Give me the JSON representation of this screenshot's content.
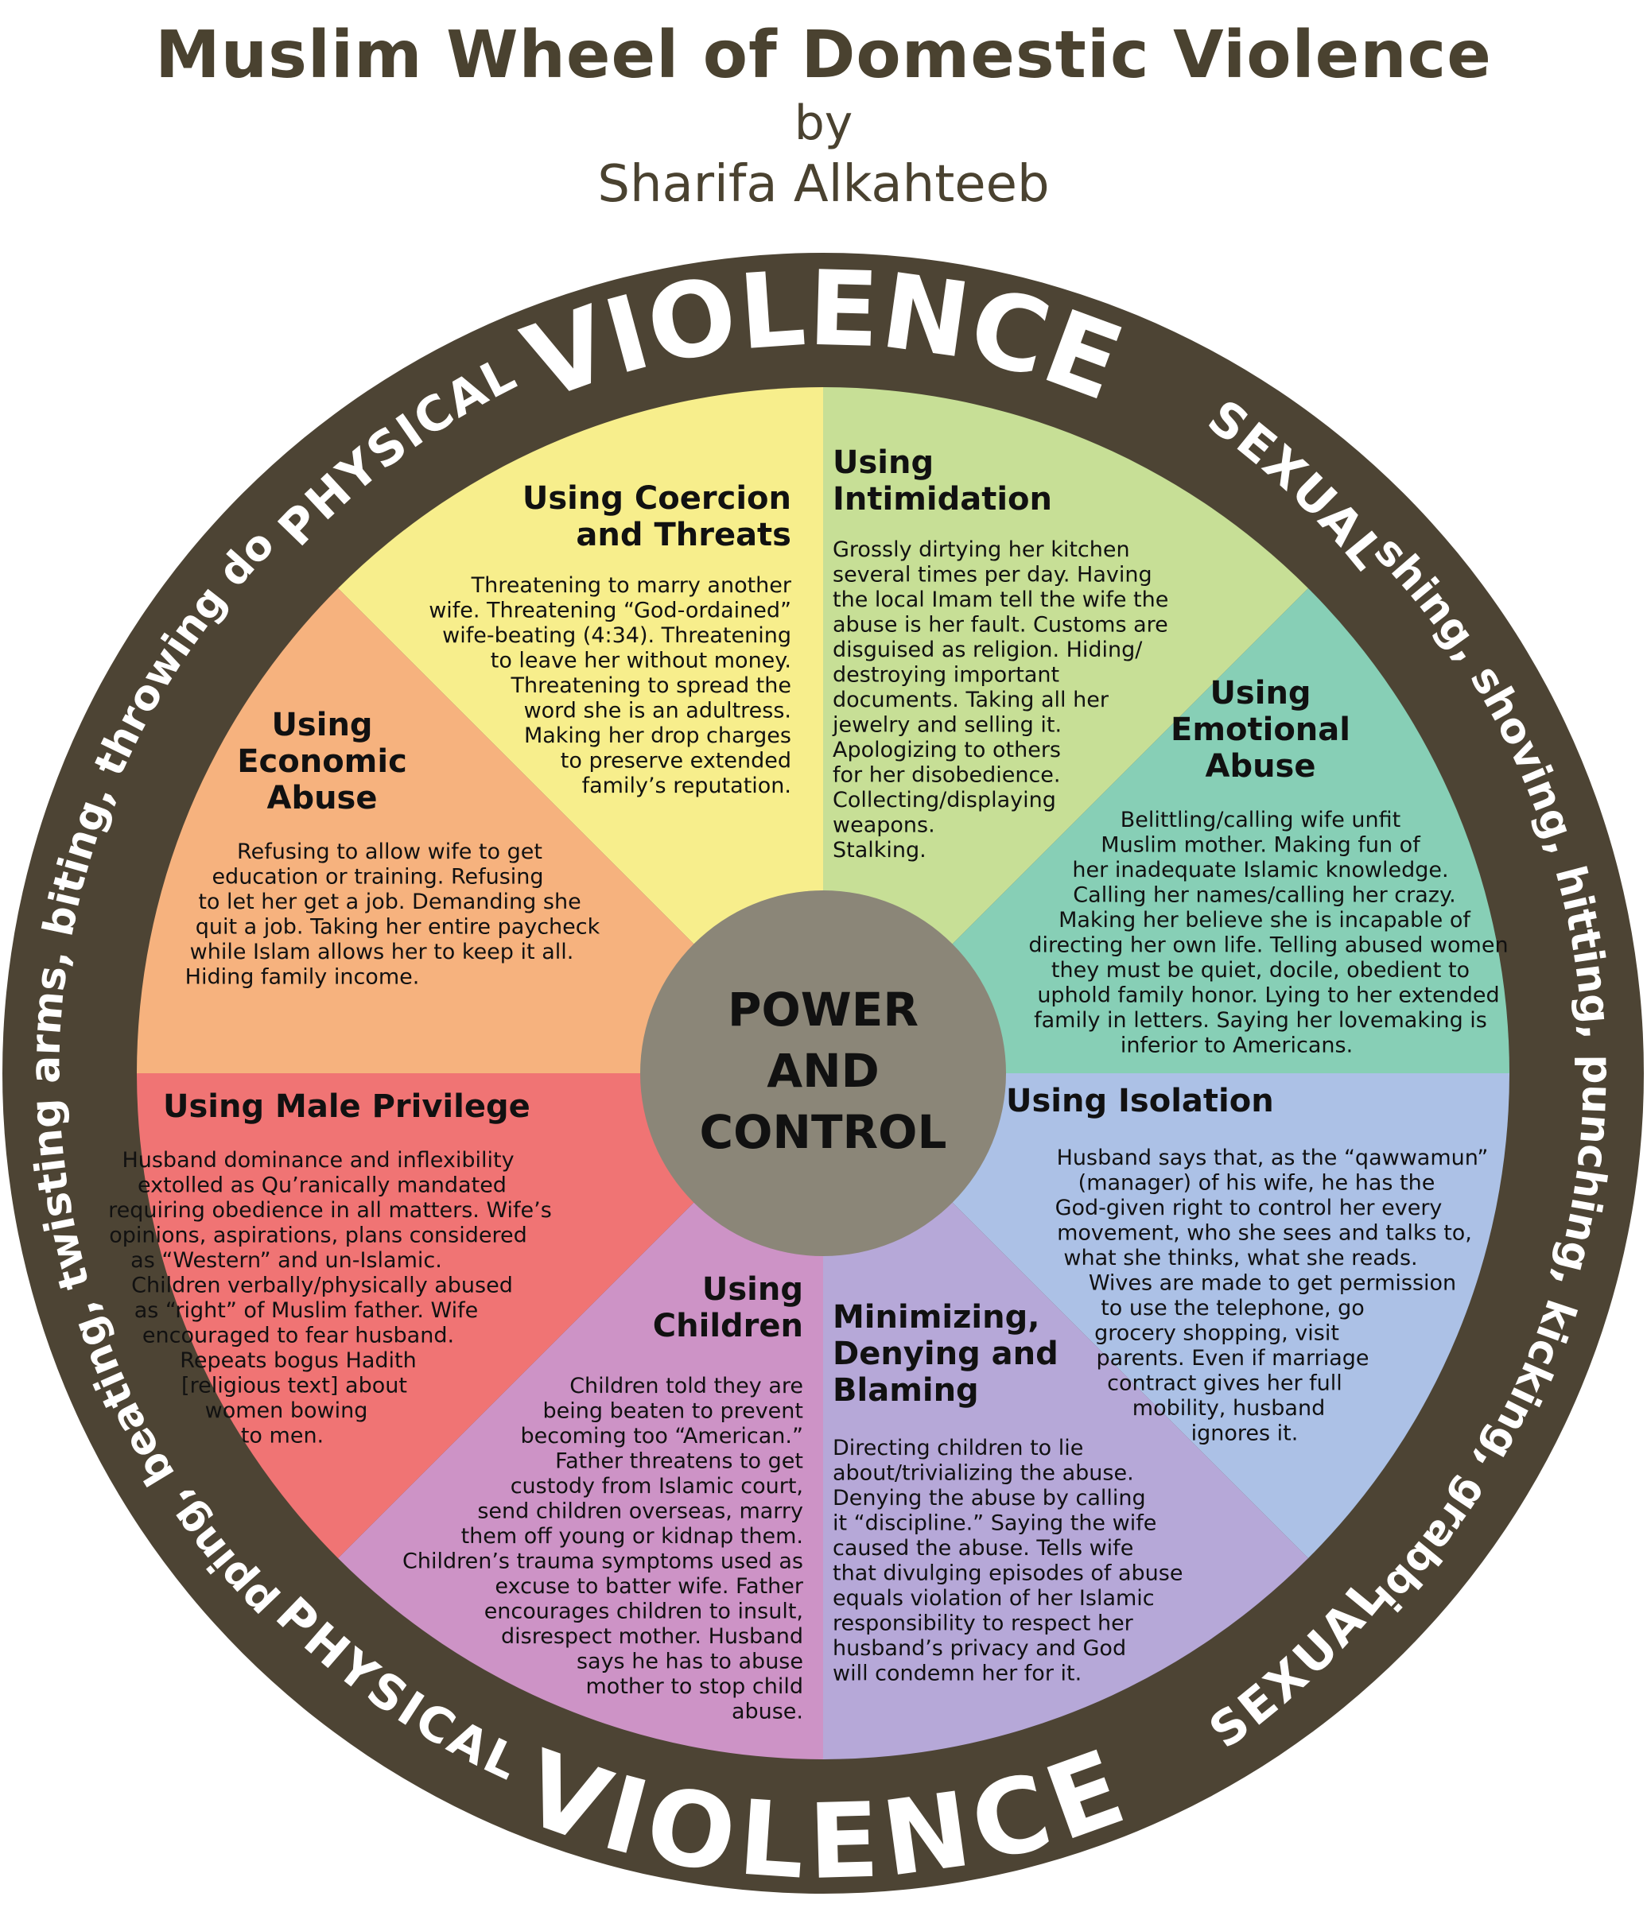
{
  "header": {
    "title": "Muslim Wheel of Domestic Violence",
    "by": "by",
    "author": "Sharifa Alkahteeb"
  },
  "ring": {
    "violence_top": "VIOLENCE",
    "violence_bottom": "VIOLENCE",
    "physical_top": "PHYSICAL",
    "physical_bottom": "PHYSICAL",
    "sexual_top": "SEXUAL",
    "sexual_bottom": "SEXUAL",
    "left_text": "slapping, beating, twisting arms, biting, throwing down",
    "right_text": "pushing, shoving, hitting, punching, kicking, grabbing"
  },
  "center": {
    "lines": [
      "POWER",
      "AND",
      "CONTROL"
    ]
  },
  "colors": {
    "ring": "#4d4434",
    "center": "#8b8678",
    "coercion": "#f7ee8c",
    "intimidation": "#c7df96",
    "emotional": "#87cfb6",
    "isolation": "#acc1e6",
    "minimizing": "#b6a8d8",
    "children": "#cd93c6",
    "male_privilege": "#f07474",
    "economic": "#f6b27e"
  },
  "sections": {
    "coercion": {
      "heading": [
        "Using Coercion",
        "and Threats"
      ],
      "body": [
        "Threatening to marry another",
        "wife. Threatening “God-ordained”",
        "wife-beating (4:34). Threatening",
        "to leave her without money.",
        "Threatening to spread the",
        "word she is an adultress.",
        "Making her drop charges",
        "to preserve extended",
        "family’s reputation."
      ]
    },
    "intimidation": {
      "heading": [
        "Using",
        "Intimidation"
      ],
      "body": [
        "Grossly dirtying her kitchen",
        "several times per day. Having",
        "the local Imam tell the wife the",
        "abuse is her fault. Customs are",
        "disguised as religion. Hiding/",
        "destroying important",
        "documents. Taking all her",
        "jewelry and selling it.",
        "Apologizing to others",
        "for her disobedience.",
        "Collecting/displaying",
        "weapons.",
        "Stalking."
      ]
    },
    "emotional": {
      "heading": [
        "Using",
        "Emotional",
        "Abuse"
      ],
      "body": [
        "Belittling/calling wife unfit",
        "Muslim mother. Making fun of",
        "her inadequate Islamic knowledge.",
        "Calling her names/calling her crazy.",
        "Making her believe she is incapable of",
        "directing her own life. Telling abused women",
        "they must be quiet, docile, obedient to",
        "uphold family honor. Lying to her extended",
        "family in letters. Saying her lovemaking is",
        "inferior to Americans."
      ]
    },
    "isolation": {
      "heading": [
        "Using Isolation"
      ],
      "body": [
        "Husband says that, as the “qawwamun”",
        "(manager) of his wife, he has the",
        "God-given right to control her every",
        "movement, who she sees and talks to,",
        "what she thinks, what she reads.",
        "Wives are made to get permission",
        "to use the telephone, go",
        "grocery shopping, visit",
        "parents. Even if marriage",
        "contract gives her full",
        "mobility, husband",
        "ignores it."
      ]
    },
    "minimizing": {
      "heading": [
        "Minimizing,",
        "Denying and",
        "Blaming"
      ],
      "body": [
        "Directing children to lie",
        "about/trivializing the abuse.",
        "Denying the abuse by calling",
        "it “discipline.” Saying the wife",
        "caused the abuse. Tells wife",
        "that divulging episodes of abuse",
        "equals violation of her Islamic",
        "responsibility to respect her",
        "husband’s privacy and God",
        "will condemn her for it."
      ]
    },
    "children": {
      "heading": [
        "Using",
        "Children"
      ],
      "body": [
        "Children told they are",
        "being beaten to prevent",
        "becoming too “American.”",
        "Father threatens to get",
        "custody from Islamic court,",
        "send children overseas, marry",
        "them off young or kidnap them.",
        "Children’s trauma symptoms used as",
        "excuse to batter wife. Father",
        "encourages children to insult,",
        "disrespect mother. Husband",
        "says he has to abuse",
        "mother to stop child",
        "abuse."
      ]
    },
    "male_privilege": {
      "heading": [
        "Using Male Privilege"
      ],
      "body": [
        "Husband dominance and inflexibility",
        "extolled as Qu’ranically mandated",
        "requiring obedience in all matters. Wife’s",
        "opinions, aspirations, plans considered",
        "as “Western” and un-Islamic.",
        "Children verbally/physically abused",
        "as “right” of Muslim father. Wife",
        "encouraged to fear husband.",
        "Repeats bogus Hadith",
        "[religious text] about",
        "women bowing",
        "to men."
      ]
    },
    "economic": {
      "heading": [
        "Using",
        "Economic",
        "Abuse"
      ],
      "body": [
        "Refusing to allow wife to get",
        "education or training. Refusing",
        "to let her get a job. Demanding she",
        "quit a job. Taking her entire paycheck",
        "while Islam allows her to keep it all.",
        "Hiding family income."
      ]
    }
  }
}
